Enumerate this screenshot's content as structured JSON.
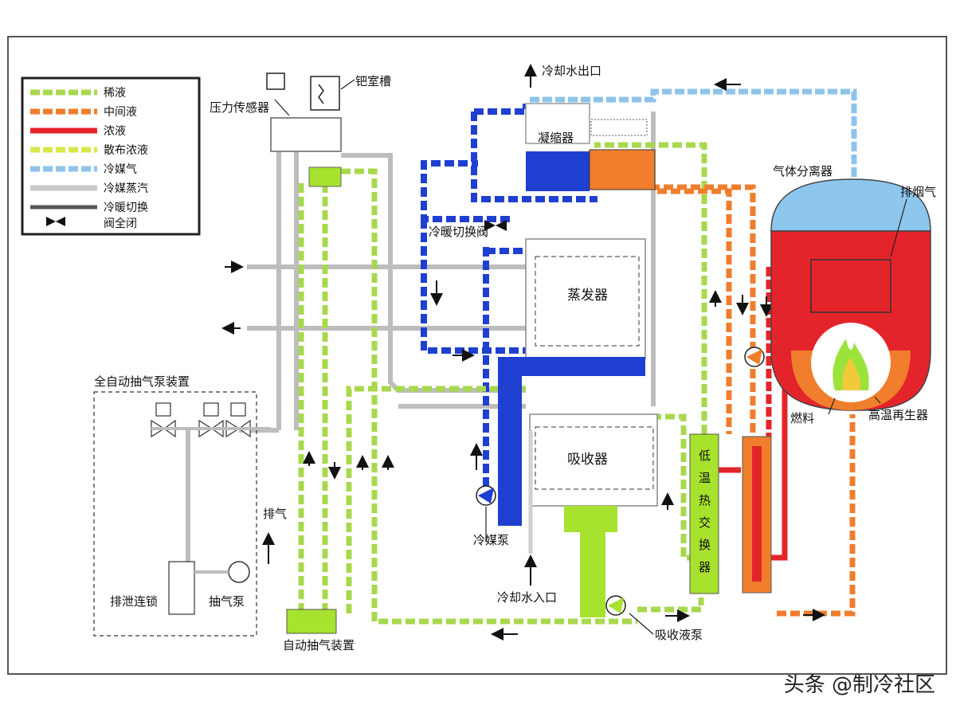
{
  "colors": {
    "dilute": "#a8d84e",
    "intermediate": "#ef7d2c",
    "concentrated": "#e3242b",
    "distributed": "#d8e84a",
    "refrigerant_vapor": "#8ec3ec",
    "refrigerant_steam": "#c8c8c8",
    "switch_valve": "#111111",
    "deep_blue": "#1f3fd1",
    "separator_blue": "#8ec7ee",
    "heater_red": "#e4242b",
    "heater_orange": "#f07e2c",
    "lime": "#a6e22e"
  },
  "legend": [
    {
      "key": "dilute",
      "label": "稀液"
    },
    {
      "key": "intermediate",
      "label": "中间液"
    },
    {
      "key": "concentrated",
      "label": "浓液"
    },
    {
      "key": "distributed",
      "label": "散布浓液"
    },
    {
      "key": "refrigerant_vapor",
      "label": "冷媒气"
    },
    {
      "key": "refrigerant_steam",
      "label": "冷媒蒸汽"
    },
    {
      "key": "switch_valve",
      "label": "冷暖切换",
      "label2": "阀全闭"
    }
  ],
  "labels": {
    "pressure_sensor": "压力传感器",
    "palladium_chamber": "钯室槽",
    "cooling_water_outlet": "冷却水出口",
    "condenser": "凝缩器",
    "gas_separator": "气体分离器",
    "flue_gas": "排烟气",
    "switch_valve": "冷暖切换阀",
    "evaporator": "蒸发器",
    "auto_purge_pump_unit": "全自动抽气泵装置",
    "absorber": "吸收器",
    "fuel": "燃料",
    "high_temp_generator": "高温再生器",
    "low_temp_hx": [
      "低",
      "温",
      "热",
      "交",
      "换",
      "器"
    ],
    "exhaust": "排气",
    "refrigerant_pump": "冷媒泵",
    "cooling_water_inlet": "冷却水入口",
    "drain_interlock": "排泄连锁",
    "purge_pump": "抽气泵",
    "absorbent_pump": "吸收液泵",
    "auto_purge_device": "自动抽气装置"
  },
  "watermark": "头条 @制冷社区"
}
